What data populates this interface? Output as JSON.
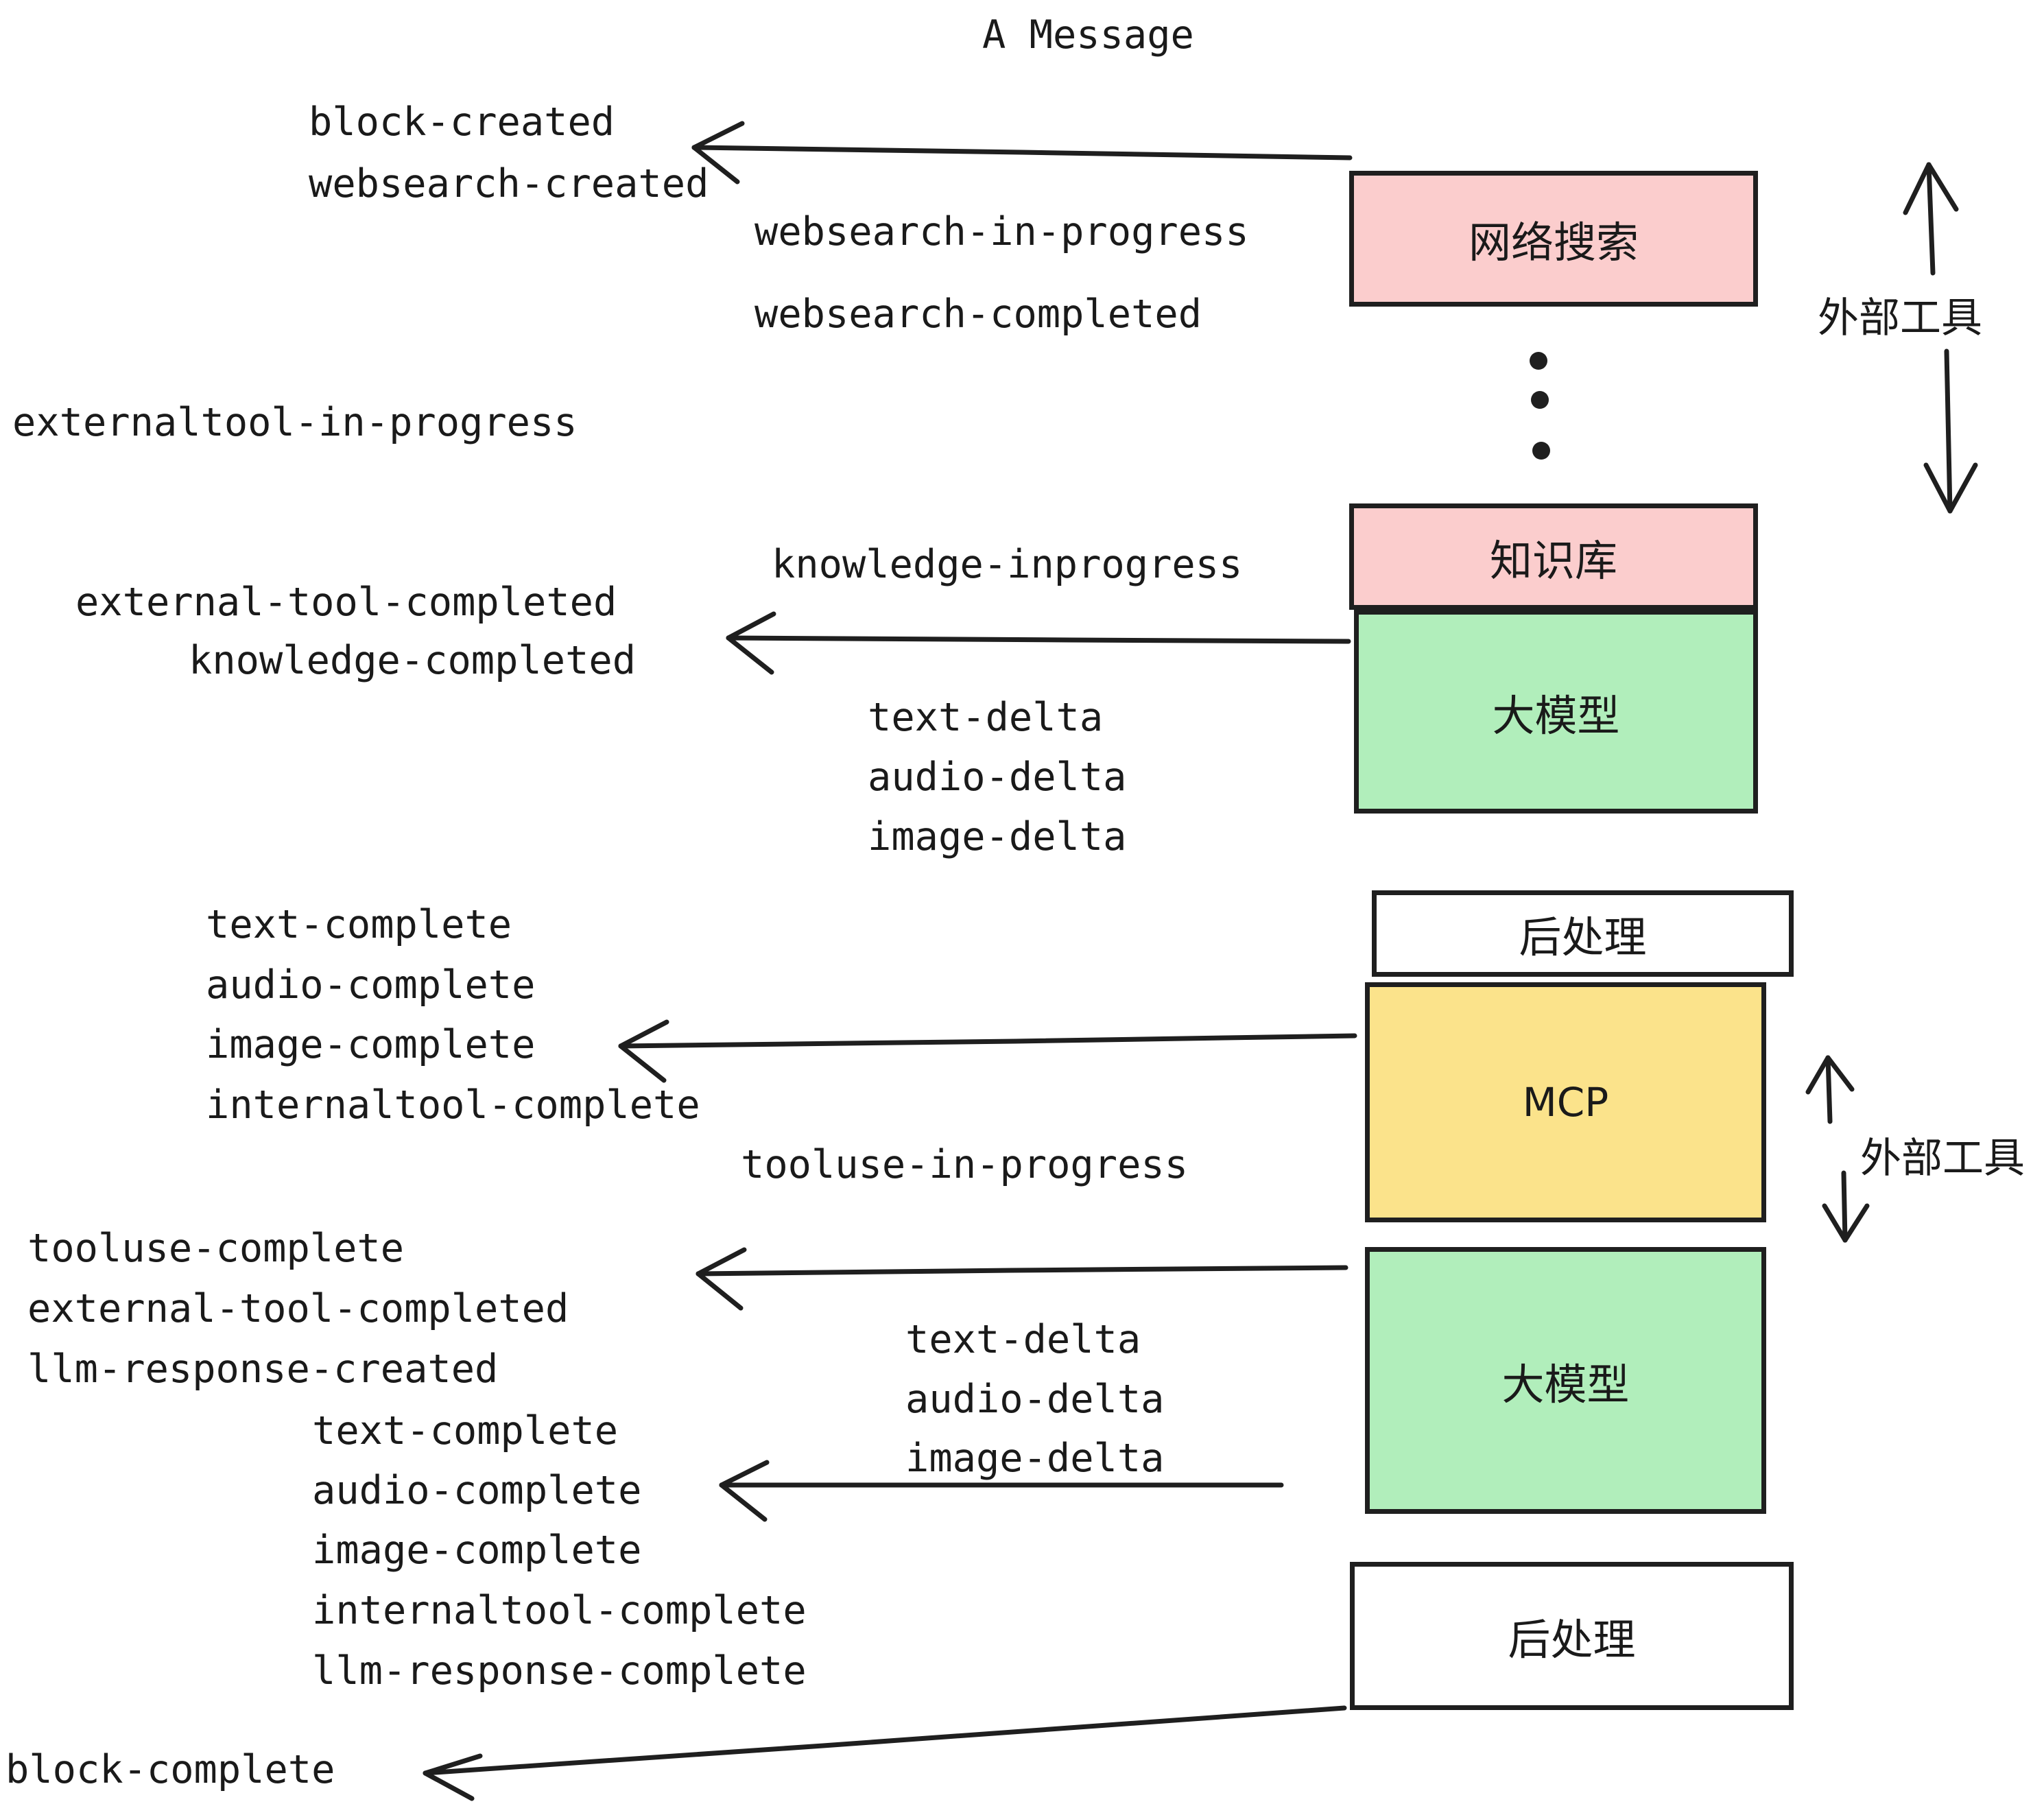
{
  "diagram": {
    "title": "A Message",
    "colors": {
      "pink": "#fbcdcd",
      "green": "#b1eebb",
      "yellow": "#fbe38b",
      "white": "#ffffff",
      "stroke": "#1f1f1f",
      "text": "#1a1a1a"
    }
  },
  "nodes": [
    {
      "id": "websearch",
      "label": "网络搜索",
      "fill": "pink"
    },
    {
      "id": "knowledge",
      "label": "知识库",
      "fill": "pink"
    },
    {
      "id": "llm-1",
      "label": "大模型",
      "fill": "green"
    },
    {
      "id": "postprocess-1",
      "label": "后处理",
      "fill": "white"
    },
    {
      "id": "mcp",
      "label": "MCP",
      "fill": "yellow"
    },
    {
      "id": "llm-2",
      "label": "大模型",
      "fill": "green"
    },
    {
      "id": "postprocess-2",
      "label": "后处理",
      "fill": "white"
    }
  ],
  "brackets": [
    {
      "id": "external-tool-top",
      "label": "外部工具"
    },
    {
      "id": "external-tool-bottom",
      "label": "外部工具"
    }
  ],
  "events": [
    {
      "id": "e01",
      "text": "block-created"
    },
    {
      "id": "e02",
      "text": "websearch-created"
    },
    {
      "id": "e03",
      "text": "websearch-in-progress"
    },
    {
      "id": "e04",
      "text": "websearch-completed"
    },
    {
      "id": "e05",
      "text": "externaltool-in-progress"
    },
    {
      "id": "e06",
      "text": "knowledge-inprogress"
    },
    {
      "id": "e07",
      "text": "external-tool-completed"
    },
    {
      "id": "e08",
      "text": "knowledge-completed"
    },
    {
      "id": "e09",
      "text": "text-delta"
    },
    {
      "id": "e10",
      "text": "audio-delta"
    },
    {
      "id": "e11",
      "text": "image-delta"
    },
    {
      "id": "e12",
      "text": "text-complete"
    },
    {
      "id": "e13",
      "text": "audio-complete"
    },
    {
      "id": "e14",
      "text": "image-complete"
    },
    {
      "id": "e15",
      "text": "internaltool-complete"
    },
    {
      "id": "e16",
      "text": "tooluse-in-progress"
    },
    {
      "id": "e17",
      "text": "tooluse-complete"
    },
    {
      "id": "e18",
      "text": "external-tool-completed"
    },
    {
      "id": "e19",
      "text": "llm-response-created"
    },
    {
      "id": "e20",
      "text": "text-delta"
    },
    {
      "id": "e21",
      "text": "audio-delta"
    },
    {
      "id": "e22",
      "text": "image-delta"
    },
    {
      "id": "e23",
      "text": "text-complete"
    },
    {
      "id": "e24",
      "text": "audio-complete"
    },
    {
      "id": "e25",
      "text": "image-complete"
    },
    {
      "id": "e26",
      "text": "internaltool-complete"
    },
    {
      "id": "e27",
      "text": "llm-response-complete"
    },
    {
      "id": "e28",
      "text": "block-complete"
    }
  ],
  "ellipsis": {
    "dots": 3
  }
}
